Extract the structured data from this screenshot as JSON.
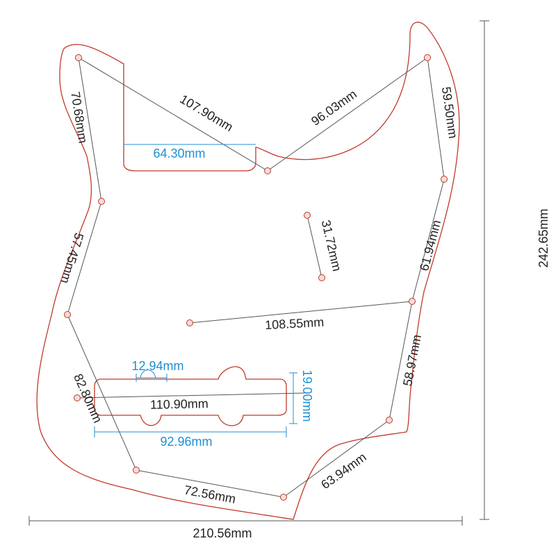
{
  "colors": {
    "outline": "#c0392b",
    "leader": "#555555",
    "text_primary": "#222222",
    "text_accent": "#1f8fd1",
    "hole_fill": "#f5dcd8"
  },
  "dimensions": {
    "overall_width": "210.56mm",
    "overall_height": "242.65mm",
    "hole1_to_center": "107.90mm",
    "cutout_width": "64.30mm",
    "center_to_hole8": "96.03mm",
    "left_top_segment": "70.68mm",
    "right_top_segment": "59.50mm",
    "small_holes": "31.72mm",
    "left_mid_segment": "57.45mm",
    "right_mid_segment": "61.94mm",
    "long_center": "108.55mm",
    "right_low_segment": "58.97mm",
    "bump_width": "12.94mm",
    "pickup_height": "19.00mm",
    "pickup_span": "110.90mm",
    "left_low_segment": "82.80mm",
    "pickup_length": "92.96mm",
    "bottom_segment": "72.56mm",
    "right_bottom_segment": "63.94mm"
  }
}
